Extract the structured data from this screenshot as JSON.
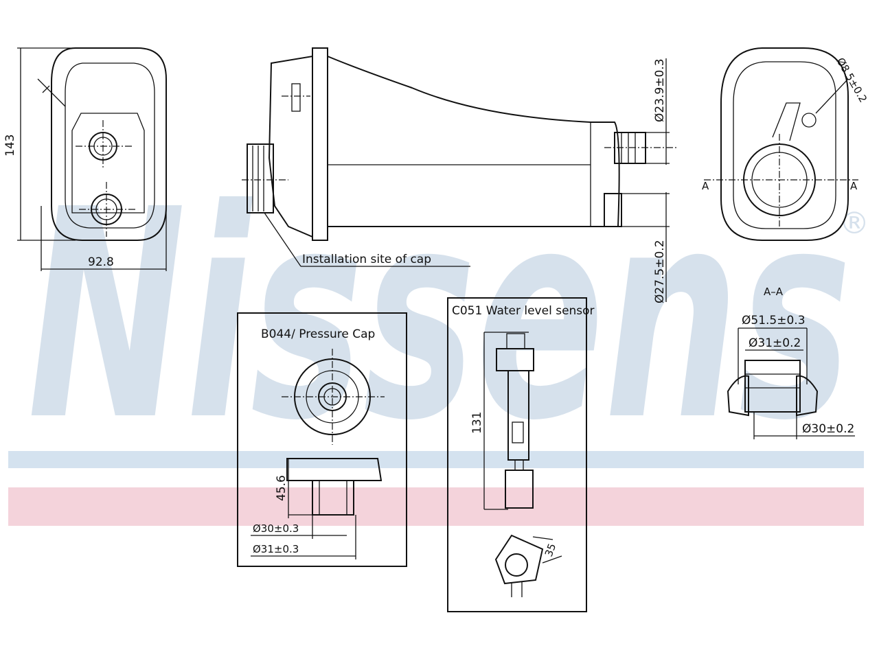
{
  "watermark": {
    "brand": "Nissens",
    "registered_mark": "®",
    "colors": {
      "text": "#d6e1ec",
      "blue_band": "#d4e2ef",
      "red_band": "#f4d3db"
    }
  },
  "dimensions": {
    "front_height": "143",
    "front_width": "92.8",
    "outlet_upper_dia": "Ø23.9±0.3",
    "outlet_lower_dia": "Ø27.5±0.2",
    "side_hole_dia": "Ø8.5±0.2",
    "section_label": "A–A",
    "section_outer_dia": "Ø51.5±0.3",
    "section_inner_dia": "Ø31±0.2",
    "section_base_dia": "Ø30±0.2",
    "section_marker_left": "A",
    "section_marker_right": "A"
  },
  "callouts": {
    "installation_site": "Installation site of cap"
  },
  "pressure_cap": {
    "title": "B044/ Pressure Cap",
    "height": "45.6",
    "dia_inner": "Ø30±0.3",
    "dia_outer": "Ø31±0.3"
  },
  "level_sensor": {
    "title": "C051 Water level sensor",
    "length": "131",
    "small_dim": "35"
  }
}
